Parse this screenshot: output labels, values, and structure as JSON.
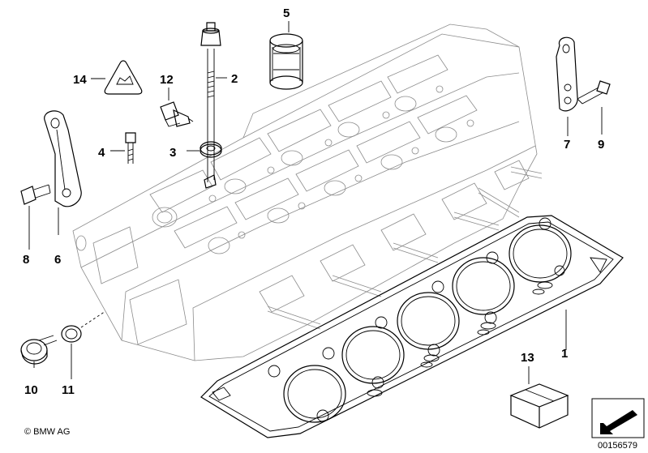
{
  "diagram": {
    "parts": [
      {
        "number": "1"
      },
      {
        "number": "2"
      },
      {
        "number": "3"
      },
      {
        "number": "4"
      },
      {
        "number": "5"
      },
      {
        "number": "6"
      },
      {
        "number": "7"
      },
      {
        "number": "8"
      },
      {
        "number": "9"
      },
      {
        "number": "10"
      },
      {
        "number": "11"
      },
      {
        "number": "12"
      },
      {
        "number": "13"
      },
      {
        "number": "14"
      }
    ],
    "copyright": "© BMW AG",
    "image_number": "00156579"
  }
}
